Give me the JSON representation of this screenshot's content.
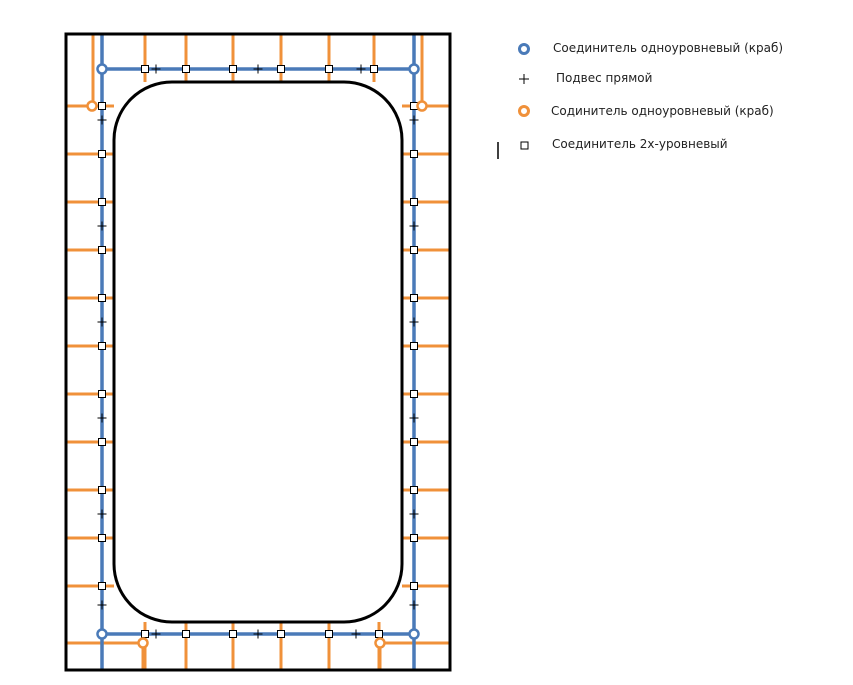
{
  "colors": {
    "frame": "#000000",
    "blue_profile": "#4a7ab8",
    "orange_profile": "#f0913a",
    "marker_fill": "#ffffff",
    "marker_stroke": "#000000"
  },
  "legend": {
    "items": [
      {
        "symbol": "blue-ring",
        "label": "Соединитель одноуровневый (краб)"
      },
      {
        "symbol": "cross",
        "label": "Подвес прямой"
      },
      {
        "symbol": "orange-ring",
        "label": "Содинитель одноуровневый (краб)"
      },
      {
        "symbol": "square",
        "label": "Соединитель 2х-уровневый"
      }
    ]
  }
}
